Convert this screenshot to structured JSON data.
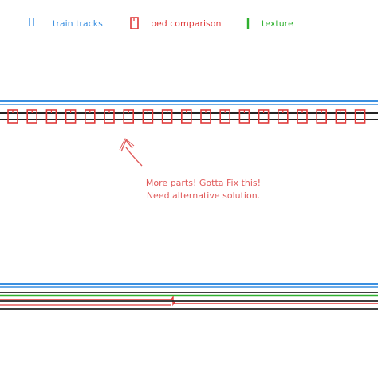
{
  "legend": [
    {
      "label": "train tracks",
      "color": "#3a8fe0",
      "icon": "double-vertical-line-icon"
    },
    {
      "label": "bed comparison",
      "color": "#e03a3a",
      "icon": "bed-outline-icon"
    },
    {
      "label": "texture",
      "color": "#2fb02f",
      "icon": "vertical-line-icon"
    }
  ],
  "annotation": {
    "lines": [
      "More parts! Gotta Fix this!",
      "Need alternative solution."
    ],
    "color": "#e05a5a"
  },
  "colors": {
    "track": "#3a8fe0",
    "bed": "#e03a3a",
    "texture": "#2fb02f",
    "rail": "#222222"
  }
}
